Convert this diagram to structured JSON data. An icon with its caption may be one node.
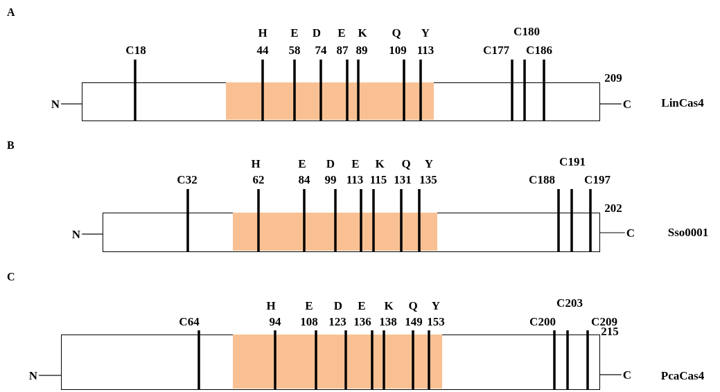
{
  "diagram": {
    "nodes": [
      {
        "text": [],
        "shape": "bar",
        "beside": [
          "209"
        ]
      },
      {
        "text": [],
        "shape": "box",
        "in": 0
      },
      {
        "text": [
          "N"
        ]
      },
      {
        "text": [
          "C"
        ]
      },
      {
        "text": [],
        "shape": "bar",
        "beside": [
          "202"
        ]
      },
      {
        "text": [],
        "shape": "box",
        "in": 4
      },
      {
        "text": [
          "N"
        ]
      },
      {
        "text": [
          "C"
        ]
      },
      {
        "text": [],
        "shape": "bar",
        "beside": [
          "215"
        ]
      },
      {
        "text": [],
        "shape": "box",
        "in": 8
      },
      {
        "text": [
          "N"
        ]
      },
      {
        "text": [
          "C"
        ]
      }
    ],
    "edges": [
      {
        "from": 2,
        "to": 0,
        "arrow": "none"
      },
      {
        "from": 0,
        "to": 3,
        "arrow": "none"
      },
      {
        "from": 6,
        "to": 4,
        "arrow": "none"
      },
      {
        "from": 4,
        "to": 7,
        "arrow": "none"
      },
      {
        "from": 10,
        "to": 8,
        "arrow": "none"
      },
      {
        "from": 8,
        "to": 11,
        "arrow": "none"
      }
    ],
    "labels": [
      "A",
      "H",
      "E",
      "D",
      "E",
      "K",
      "Q",
      "Y",
      "C180",
      "C18",
      "44",
      "58",
      "74",
      "87",
      "89",
      "109",
      "113",
      "C177",
      "C186",
      "LinCas4",
      "B",
      "H",
      "E",
      "D",
      "E",
      "K",
      "Q",
      "Y",
      "C191",
      "C32",
      "62",
      "84",
      "99",
      "113",
      "115",
      "131",
      "135",
      "C188",
      "C197",
      "Sso0001",
      "C",
      "H",
      "E",
      "D",
      "E",
      "K",
      "Q",
      "Y",
      "C203",
      "C64",
      "94",
      "108",
      "123",
      "136",
      "138",
      "149",
      "153",
      "C200",
      "C209",
      "PcaCas4"
    ]
  }
}
